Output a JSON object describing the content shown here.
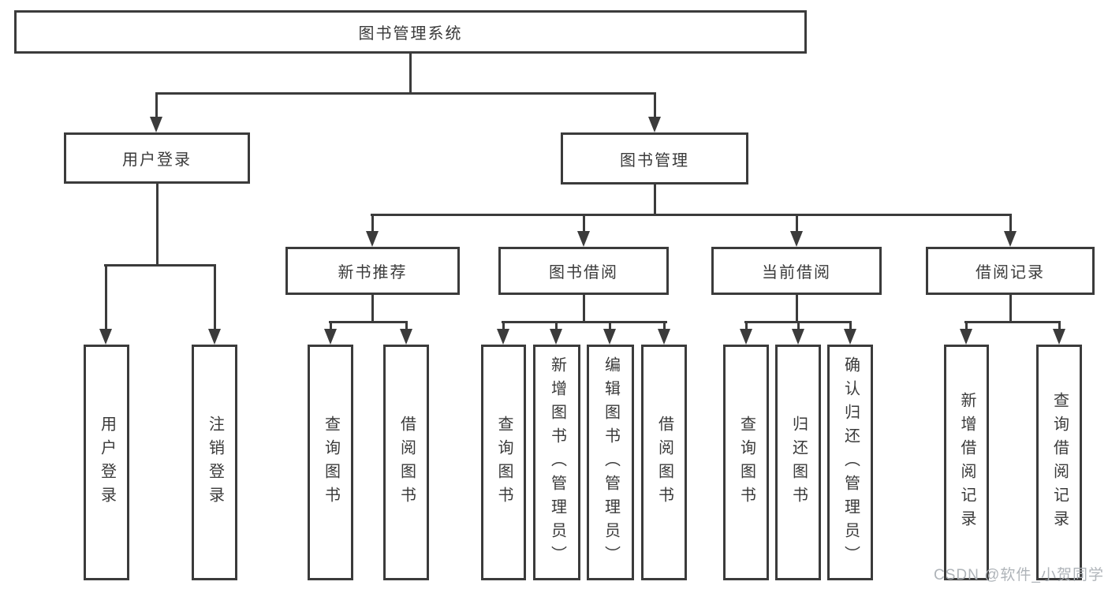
{
  "diagram": {
    "type": "hierarchy-tree",
    "root": {
      "label": "图书管理系统",
      "children": [
        {
          "label": "用户登录",
          "children": [
            {
              "label": "用户登录"
            },
            {
              "label": "注销登录"
            }
          ]
        },
        {
          "label": "图书管理",
          "children": [
            {
              "label": "新书推荐",
              "children": [
                {
                  "label": "查询图书"
                },
                {
                  "label": "借阅图书"
                }
              ]
            },
            {
              "label": "图书借阅",
              "children": [
                {
                  "label": "查询图书"
                },
                {
                  "label": "新增图书（管理员）"
                },
                {
                  "label": "编辑图书（管理员）"
                },
                {
                  "label": "借阅图书"
                }
              ]
            },
            {
              "label": "当前借阅",
              "children": [
                {
                  "label": "查询图书"
                },
                {
                  "label": "归还图书"
                },
                {
                  "label": "确认归还（管理员）"
                }
              ]
            },
            {
              "label": "借阅记录",
              "children": [
                {
                  "label": "新增借阅记录"
                },
                {
                  "label": "查询借阅记录"
                }
              ]
            }
          ]
        }
      ]
    },
    "colors": {
      "line": "#3b3b3b",
      "box_border": "#3b3b3b",
      "box_fill": "#ffffff",
      "text": "#3a3a3a",
      "background": "#ffffff",
      "watermark": "#abb0b5"
    }
  },
  "watermark": {
    "text": "CSDN @软件_小贺同学"
  }
}
